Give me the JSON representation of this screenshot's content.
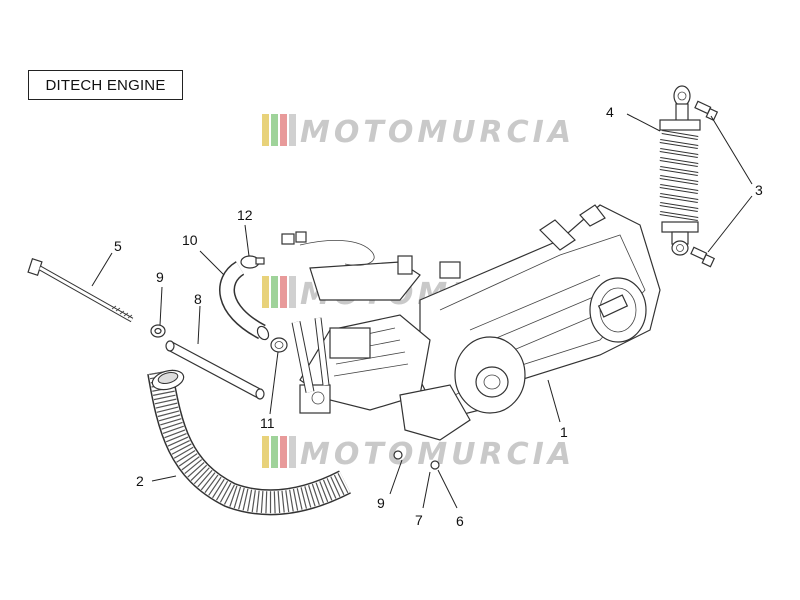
{
  "title": "DITECH ENGINE",
  "watermark": "MOTOMURCIA",
  "watermark_colors": [
    "#e8d27a",
    "#9fd39a",
    "#e89a9a",
    "#d0d0d0"
  ],
  "callouts": [
    "1",
    "2",
    "3",
    "4",
    "5",
    "6",
    "7",
    "8",
    "9",
    "9",
    "10",
    "11",
    "12"
  ]
}
